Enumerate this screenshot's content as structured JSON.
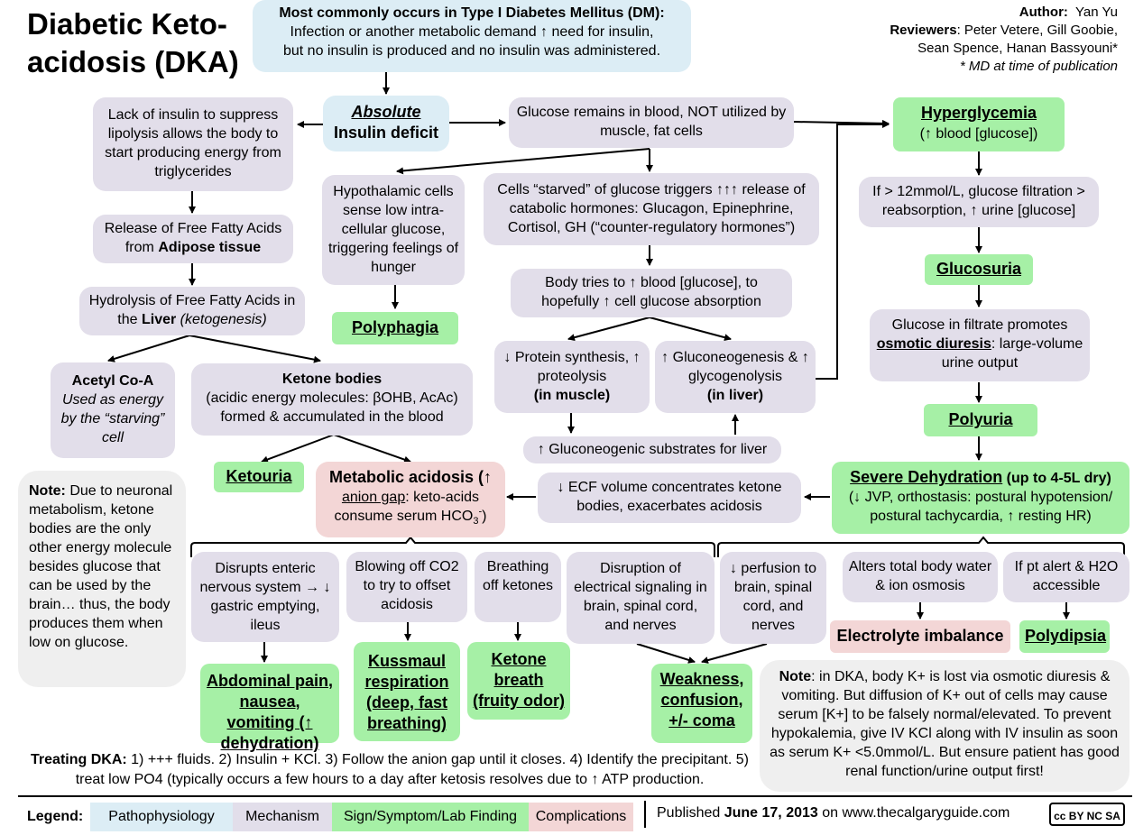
{
  "title": {
    "line1": "Diabetic Keto-",
    "line2": "acidosis (DKA)"
  },
  "author": {
    "author_label": "Author:",
    "author_name": "Yan Yu",
    "reviewers_label": "Reviewers",
    "reviewers_1": ": Peter Vetere, Gill Goobie,",
    "reviewers_2": "Sean Spence, Hanan Bassyouni*",
    "footnote": "* MD at time of publication"
  },
  "top_box": {
    "heading": "Most commonly occurs in Type I  Diabetes Mellitus (DM):",
    "line2": "Infection or another metabolic demand ↑ need for insulin,",
    "line3": "but no insulin is produced and no insulin was administered."
  },
  "absolute": {
    "line1": "Absolute",
    "line2": "Insulin deficit"
  },
  "lipolysis": "Lack of insulin to suppress lipolysis allows the body to start producing energy from triglycerides",
  "ffa_release": {
    "pre": "Release of Free Fatty Acids from ",
    "bold": "Adipose tissue"
  },
  "ffa_hydrolysis": {
    "pre": "Hydrolysis of Free Fatty Acids in the ",
    "bold": "Liver",
    "italic": " (ketogenesis)"
  },
  "acetyl": {
    "bold": "Acetyl Co-A",
    "italic": "Used as energy by the “starving” cell"
  },
  "ketone_bodies": {
    "bold": "Ketone bodies",
    "rest": "(acidic energy molecules: βOHB, AcAc) formed & accumulated in the blood"
  },
  "ketouria": "Ketouria",
  "metabolic_acidosis": {
    "bold": "Metabolic acidosis (↑",
    "u": "anion gap",
    "rest": ": keto-acids consume serum HCO",
    "sub": "3",
    "sup": "-",
    "end": ")"
  },
  "note_left": {
    "bold": "Note:",
    "text": " Due to neuronal metabolism, ketone bodies are the only other energy molecule besides glucose that can be used by the brain… thus, the body produces them when low on glucose."
  },
  "hypothalamic": "Hypothalamic cells sense low intra-cellular glucose, triggering feelings of hunger",
  "polyphagia": "Polyphagia",
  "glucose_remains": "Glucose remains in blood, NOT utilized by muscle, fat cells",
  "cells_starved": "Cells “starved” of glucose triggers ↑↑↑ release of catabolic hormones: Glucagon, Epinephrine, Cortisol, GH (“counter-regulatory hormones”)",
  "body_tries": "Body tries to ↑ blood [glucose], to hopefully ↑ cell glucose absorption",
  "protein": {
    "text": "↓ Protein synthesis, ↑ proteolysis",
    "bold": "(in muscle)"
  },
  "gluconeo": {
    "text": "↑ Gluconeogenesis & ↑ glycogenolysis",
    "bold": "(in liver)"
  },
  "substrates": "↑ Gluconeogenic substrates for liver",
  "ecf": "↓ ECF volume concentrates ketone bodies, exacerbates acidosis",
  "hyperglycemia": {
    "title": "Hyperglycemia",
    "sub": "(↑ blood [glucose])"
  },
  "filtration": "If > 12mmol/L, glucose filtration > reabsorption, ↑ urine [glucose]",
  "glucosuria": "Glucosuria",
  "osmotic": {
    "pre": "Glucose in filtrate promotes ",
    "u": "osmotic diuresis",
    "post": ": large-volume urine output"
  },
  "polyuria": "Polyuria",
  "dehydration": {
    "title": "Severe Dehydration",
    "title_rest": " (up to 4-5L dry)",
    "text": "(↓ JVP, orthostasis: postural hypotension/ postural tachycardia,  ↑ resting HR)"
  },
  "enteric": "Disrupts enteric nervous system → ↓ gastric emptying, ileus",
  "co2": "Blowing off CO2 to try to offset acidosis",
  "breathing": "Breathing off ketones",
  "disruption": "Disruption of electrical signaling in brain, spinal cord, and nerves",
  "perfusion": "↓  perfusion to brain, spinal cord, and nerves",
  "alters": "Alters total body water & ion osmosis",
  "pt_alert": "If pt alert & H2O accessible",
  "abdominal": "Abdominal pain, nausea, vomiting (↑ dehydration)",
  "kussmaul": "Kussmaul respiration (deep, fast breathing)",
  "ketone_breath": "Ketone breath (fruity odor)",
  "weakness": "Weakness, confusion, +/- coma",
  "electrolyte": "Electrolyte imbalance",
  "polydipsia": "Polydipsia",
  "note_right": {
    "bold": "Note",
    "text": ": in DKA, body K+ is lost via osmotic diuresis & vomiting. But diffusion of K+ out of cells may cause serum [K+] to be falsely normal/elevated. To prevent hypokalemia, give IV KCl along with IV insulin as soon as serum K+ <5.0mmol/L. But ensure patient has good renal function/urine output first!"
  },
  "treating": {
    "bold": "Treating DKA:",
    "text": " 1) +++ fluids. 2) Insulin + KCl. 3) Follow the anion gap until it closes. 4) Identify the precipitant. 5) treat low PO4 (typically occurs a few hours to a day after ketosis resolves due to ↑ ATP production."
  },
  "legend": {
    "label": "Legend:",
    "items": [
      "Pathophysiology",
      "Mechanism",
      "Sign/Symptom/Lab Finding",
      "Complications"
    ],
    "colors": [
      "#dcedf5",
      "#e2deea",
      "#a6f0a6",
      "#f3d6d6"
    ]
  },
  "published": {
    "pre": "Published ",
    "date": "June 17, 2013",
    "post": " on www.thecalgaryguide.com"
  },
  "license": "cc BY NC SA"
}
